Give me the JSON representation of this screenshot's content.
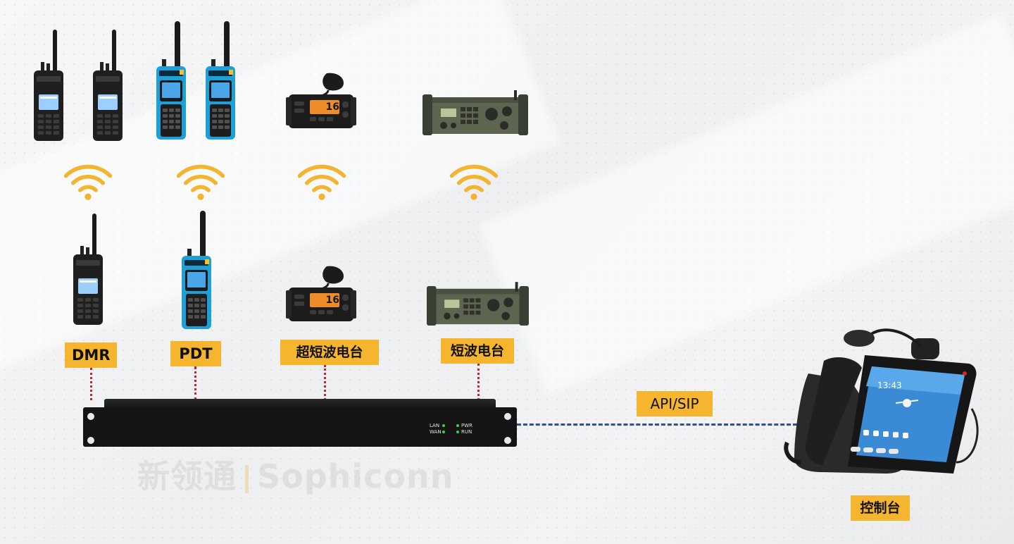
{
  "labels": {
    "dmr": "DMR",
    "pdt": "PDT",
    "vhf": "超短波电台",
    "hf": "短波电台",
    "api": "API/SIP",
    "console": "控制台"
  },
  "gateway": {
    "lan": "LAN",
    "wan": "WAN",
    "pwr": "PWR",
    "run": "RUN"
  },
  "console_screen": {
    "time": "13:43"
  },
  "marine_radio": {
    "channel": "16"
  },
  "watermark": {
    "cn": "新领通",
    "en": "Sophiconn"
  },
  "colors": {
    "label_bg": "#f5b52e",
    "dotted_red": "#c0262b",
    "dashed_blue": "#2f4f9a",
    "wifi": "#f3b431"
  },
  "icons": [
    "wifi-icon",
    "handheld-radio",
    "marine-radio",
    "military-radio",
    "gateway-device",
    "console-phone"
  ]
}
